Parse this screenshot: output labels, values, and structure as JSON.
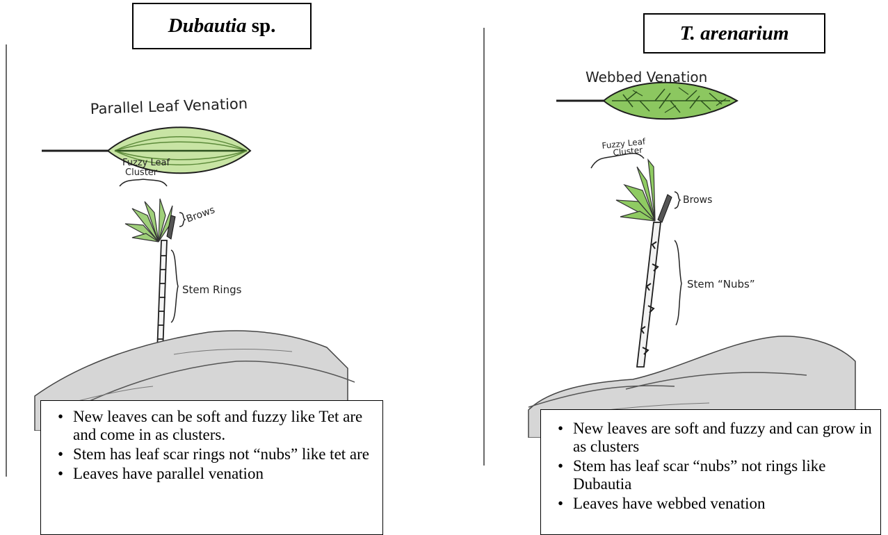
{
  "left": {
    "title_italic": "Dubautia",
    "title_rest": " sp.",
    "labels": {
      "venation": "Parallel Leaf Venation",
      "cluster_line1": "Fuzzy Leaf",
      "cluster_line2": "Cluster",
      "brows": "Brows",
      "stem": "Stem Rings"
    },
    "bullets": [
      "New leaves can be soft and fuzzy like Tet are and come in as clusters.",
      "Stem has leaf scar rings not “nubs” like tet are",
      "Leaves have parallel venation"
    ]
  },
  "right": {
    "title_italic": "T. arenarium",
    "labels": {
      "venation": "Webbed Venation",
      "cluster_line1": "Fuzzy Leaf",
      "cluster_line2": "Cluster",
      "brows": "Brows",
      "stem": "Stem “Nubs”"
    },
    "bullets": [
      "New leaves are soft and fuzzy and can grow in as clusters",
      "Stem has leaf scar “nubs” not rings like Dubautia",
      "Leaves have webbed venation"
    ]
  },
  "colors": {
    "leaf_fill": "#b8dc8c",
    "leaf_dark": "#3f7d2a",
    "ground": "#8a8a8a"
  }
}
